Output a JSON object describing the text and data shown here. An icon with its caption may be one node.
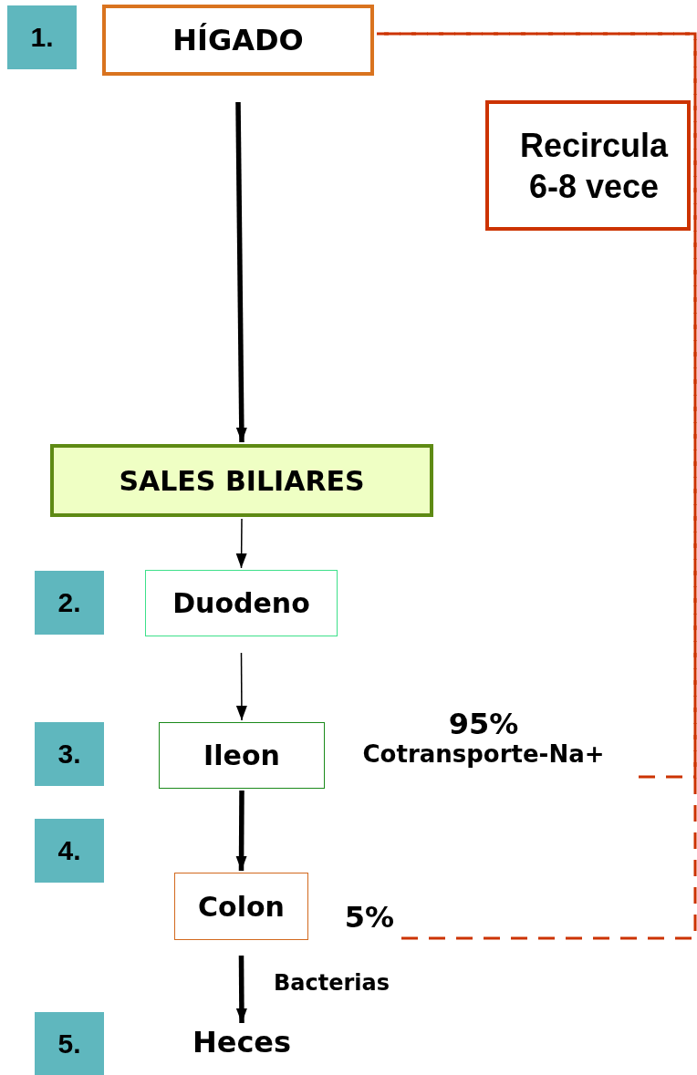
{
  "diagram": {
    "nodes": [
      {
        "text": [
          "1."
        ]
      },
      {
        "text": [
          "HÍGADO"
        ]
      },
      {
        "text": [
          "Recircula 6-8 vece"
        ]
      },
      {
        "text": [
          "SALES BILIARES"
        ]
      },
      {
        "text": [
          "2."
        ]
      },
      {
        "text": [
          "Duodeno"
        ]
      },
      {
        "text": [
          "3."
        ]
      },
      {
        "text": [
          "Ileon"
        ]
      },
      {
        "text": [
          "95%",
          "Cotransporte-Na+"
        ]
      },
      {
        "text": [
          "4."
        ]
      },
      {
        "text": [
          "Colon"
        ]
      },
      {
        "text": [
          "5%"
        ]
      },
      {
        "text": [
          "5."
        ]
      },
      {
        "text": [
          "Heces"
        ]
      }
    ],
    "edges": [
      {
        "from": 1,
        "to": 3,
        "arrow": "to",
        "style": "thick"
      },
      {
        "from": 3,
        "to": 5,
        "arrow": "to"
      },
      {
        "from": 5,
        "to": 7,
        "arrow": "to"
      },
      {
        "from": 7,
        "to": 10,
        "arrow": "to",
        "style": "thick"
      },
      {
        "from": 10,
        "to": 13,
        "arrow": "to",
        "style": "thick",
        "label": "Bacterias"
      },
      {
        "from": 8,
        "to": 1,
        "arrow": "none",
        "style": "dashed",
        "color": "#cc3300"
      },
      {
        "from": 11,
        "to": 1,
        "arrow": "none",
        "style": "dashed",
        "color": "#cc3300"
      }
    ]
  }
}
